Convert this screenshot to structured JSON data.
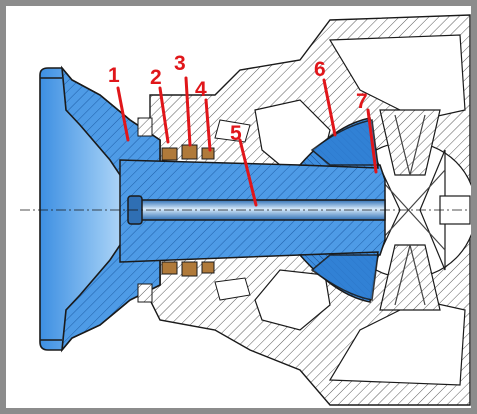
{
  "diagram": {
    "colors": {
      "frame": "#8c8c8c",
      "highlight": "#3b8ee0",
      "highlight_light": "#cfe6fb",
      "bearing": "#b07a3a",
      "hatch": "#555555",
      "outline": "#1a1a1a",
      "callout": "#e0161a"
    },
    "callouts": [
      {
        "label": "1"
      },
      {
        "label": "2"
      },
      {
        "label": "3"
      },
      {
        "label": "4"
      },
      {
        "label": "5"
      },
      {
        "label": "6"
      },
      {
        "label": "7"
      }
    ]
  }
}
